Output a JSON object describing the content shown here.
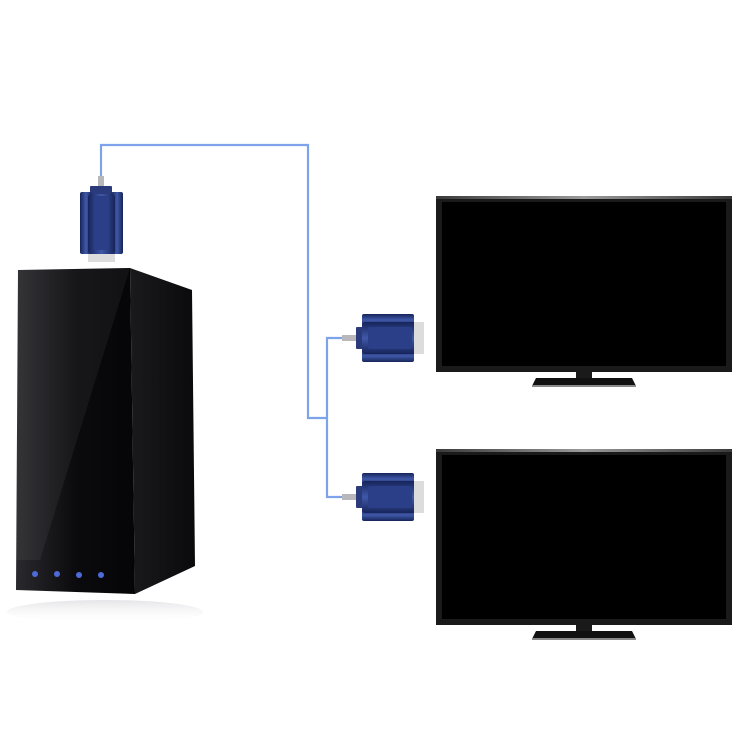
{
  "diagram": {
    "devices": [
      {
        "id": "computer-tower",
        "kind": "desktop computer tower",
        "indicator_count": 4,
        "indicator_color": "#4d6bd8"
      },
      {
        "id": "monitor-top",
        "kind": "flat-screen monitor",
        "screen_state": "off"
      },
      {
        "id": "monitor-bottom",
        "kind": "flat-screen monitor",
        "screen_state": "off"
      }
    ],
    "connectors": [
      {
        "id": "vga-connector-source",
        "kind": "VGA connector",
        "attached_to": "computer-tower"
      },
      {
        "id": "vga-connector-monitor-top",
        "kind": "VGA connector",
        "attached_to": "monitor-top"
      },
      {
        "id": "vga-connector-monitor-bottom",
        "kind": "VGA connector",
        "attached_to": "monitor-bottom"
      }
    ],
    "cable": {
      "kind": "VGA splitter cable",
      "branches": 2,
      "color": "#7ea3ea"
    },
    "colors": {
      "background": "#ffffff",
      "connector_body": "#1e2f6e",
      "connector_highlight": "#3f58a8",
      "case": "#0d0d10",
      "screen": "#000000",
      "bezel": "#1a1a1a"
    }
  }
}
